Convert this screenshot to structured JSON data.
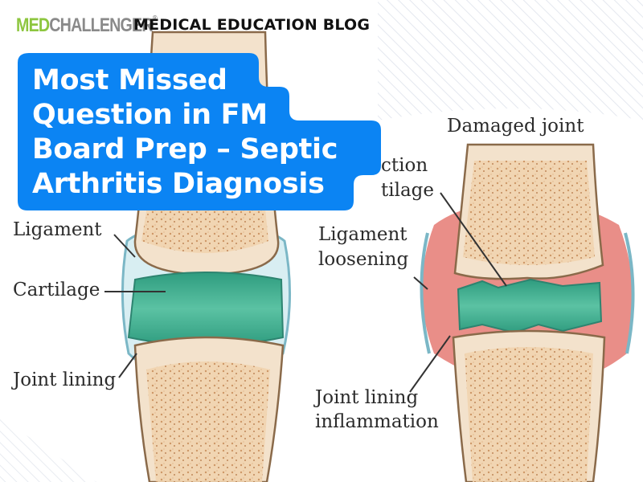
{
  "brand": {
    "logo_part1": "MED",
    "logo_part2": "CHALLENGER",
    "logo_mark": "®"
  },
  "header": {
    "blog_title": "MEDICAL EDUCATION BLOG"
  },
  "headline": "Most Missed\nQuestion in FM\nBoard Prep – Septic\nArthritis Diagnosis",
  "diagram": {
    "left_labels": {
      "ligament": "Ligament",
      "cartilage": "Cartilage",
      "joint_lining": "Joint lining"
    },
    "right_labels": {
      "damaged_joint": "Damaged joint",
      "cartilage_reduction_line1": "ction",
      "cartilage_reduction_line2": "tilage",
      "ligament_loosening_line1": "Ligament",
      "ligament_loosening_line2": "loosening",
      "joint_lining_inflammation_line1": "Joint lining",
      "joint_lining_inflammation_line2": "inflammation"
    }
  },
  "colors": {
    "brand_green": "#8dc63f",
    "card_blue": "#0b84f3",
    "cartilage_teal": "#4fb79a",
    "bone_tan": "#f1d6b4",
    "inflammation_red": "#e4756f"
  },
  "icons": [
    "logo-mark"
  ]
}
